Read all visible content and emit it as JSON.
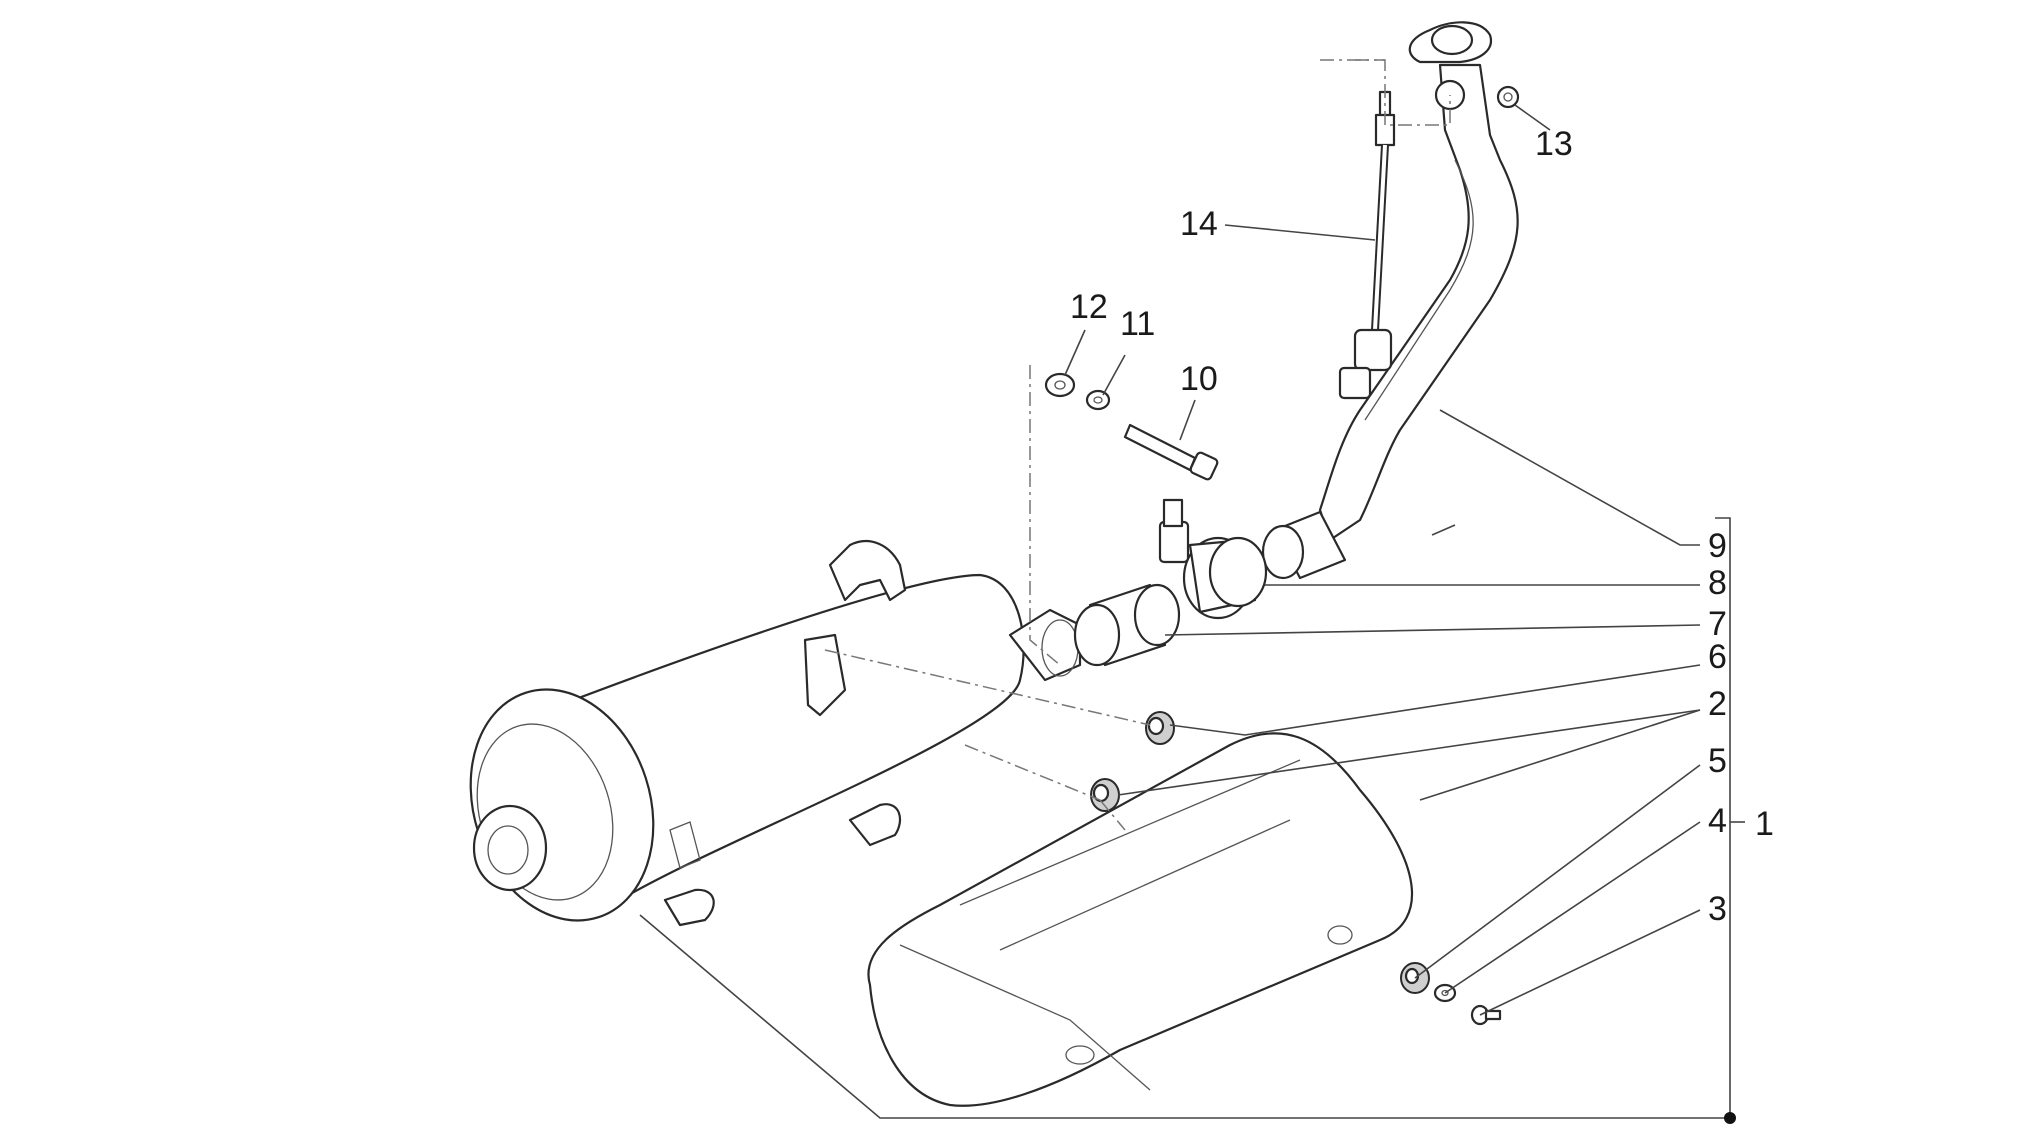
{
  "callouts": [
    {
      "id": "1",
      "text": "1"
    },
    {
      "id": "2",
      "text": "2"
    },
    {
      "id": "3",
      "text": "3"
    },
    {
      "id": "4",
      "text": "4"
    },
    {
      "id": "5",
      "text": "5"
    },
    {
      "id": "6",
      "text": "6"
    },
    {
      "id": "7",
      "text": "7"
    },
    {
      "id": "8",
      "text": "8"
    },
    {
      "id": "9",
      "text": "9"
    },
    {
      "id": "10",
      "text": "10"
    },
    {
      "id": "11",
      "text": "11"
    },
    {
      "id": "12",
      "text": "12"
    },
    {
      "id": "13",
      "text": "13"
    },
    {
      "id": "14",
      "text": "14"
    }
  ],
  "colors": {
    "line": "#2a2a2a",
    "background": "#ffffff"
  }
}
